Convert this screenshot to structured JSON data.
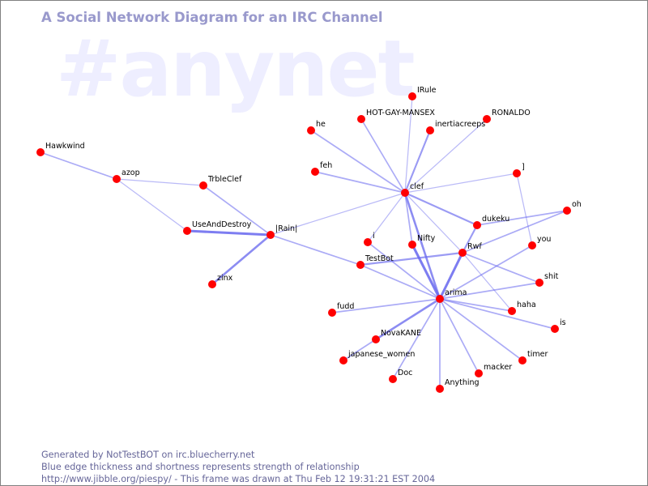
{
  "watermark": "#anynet",
  "title": "A Social Network Diagram for an IRC Channel",
  "colors": {
    "title": "#9999cc",
    "watermark": "#eeeeff",
    "node": "#ff0000",
    "edge": "#6666ee",
    "footer": "#666699"
  },
  "nodes": [
    {
      "id": "Hawkwind"
    },
    {
      "id": "azop"
    },
    {
      "id": "TrbleClef"
    },
    {
      "id": "UseAndDestroy"
    },
    {
      "id": "|Rain|"
    },
    {
      "id": "zinx"
    },
    {
      "id": "he"
    },
    {
      "id": "HOT-GAY-MANSEX"
    },
    {
      "id": "IRule"
    },
    {
      "id": "inertiacreeps"
    },
    {
      "id": "RONALDO"
    },
    {
      "id": "feh"
    },
    {
      "id": "clef"
    },
    {
      "id": "]"
    },
    {
      "id": "oh"
    },
    {
      "id": "dukeku"
    },
    {
      "id": "i"
    },
    {
      "id": "Nifty"
    },
    {
      "id": "Rwf"
    },
    {
      "id": "you"
    },
    {
      "id": "TestBot"
    },
    {
      "id": "shit"
    },
    {
      "id": "arima"
    },
    {
      "id": "fudd"
    },
    {
      "id": "haha"
    },
    {
      "id": "is"
    },
    {
      "id": "NovaKANE"
    },
    {
      "id": "japanese_women"
    },
    {
      "id": "timer"
    },
    {
      "id": "Doc"
    },
    {
      "id": "macker"
    },
    {
      "id": "Anything"
    }
  ],
  "edges": [
    {
      "source": "Hawkwind",
      "target": "azop",
      "strength": 2
    },
    {
      "source": "azop",
      "target": "TrbleClef",
      "strength": 1
    },
    {
      "source": "azop",
      "target": "UseAndDestroy",
      "strength": 1
    },
    {
      "source": "TrbleClef",
      "target": "|Rain|",
      "strength": 2
    },
    {
      "source": "UseAndDestroy",
      "target": "|Rain|",
      "strength": 5
    },
    {
      "source": "zinx",
      "target": "|Rain|",
      "strength": 4
    },
    {
      "source": "|Rain|",
      "target": "clef",
      "strength": 1
    },
    {
      "source": "|Rain|",
      "target": "TestBot",
      "strength": 2
    },
    {
      "source": "he",
      "target": "clef",
      "strength": 2
    },
    {
      "source": "HOT-GAY-MANSEX",
      "target": "clef",
      "strength": 2
    },
    {
      "source": "IRule",
      "target": "clef",
      "strength": 1
    },
    {
      "source": "inertiacreeps",
      "target": "clef",
      "strength": 3
    },
    {
      "source": "RONALDO",
      "target": "clef",
      "strength": 1
    },
    {
      "source": "feh",
      "target": "clef",
      "strength": 2
    },
    {
      "source": "]",
      "target": "clef",
      "strength": 1
    },
    {
      "source": "]",
      "target": "you",
      "strength": 1
    },
    {
      "source": "clef",
      "target": "dukeku",
      "strength": 3
    },
    {
      "source": "clef",
      "target": "Nifty",
      "strength": 2
    },
    {
      "source": "clef",
      "target": "arima",
      "strength": 4
    },
    {
      "source": "clef",
      "target": "Rwf",
      "strength": 1
    },
    {
      "source": "clef",
      "target": "i",
      "strength": 1
    },
    {
      "source": "Nifty",
      "target": "arima",
      "strength": 5
    },
    {
      "source": "dukeku",
      "target": "oh",
      "strength": 2
    },
    {
      "source": "dukeku",
      "target": "Rwf",
      "strength": 3
    },
    {
      "source": "oh",
      "target": "Rwf",
      "strength": 2
    },
    {
      "source": "Rwf",
      "target": "arima",
      "strength": 5
    },
    {
      "source": "Rwf",
      "target": "TestBot",
      "strength": 3
    },
    {
      "source": "Rwf",
      "target": "shit",
      "strength": 2
    },
    {
      "source": "Rwf",
      "target": "haha",
      "strength": 1
    },
    {
      "source": "i",
      "target": "arima",
      "strength": 2
    },
    {
      "source": "TestBot",
      "target": "arima",
      "strength": 2
    },
    {
      "source": "you",
      "target": "arima",
      "strength": 2
    },
    {
      "source": "shit",
      "target": "arima",
      "strength": 2
    },
    {
      "source": "fudd",
      "target": "arima",
      "strength": 2
    },
    {
      "source": "haha",
      "target": "arima",
      "strength": 2
    },
    {
      "source": "is",
      "target": "arima",
      "strength": 2
    },
    {
      "source": "NovaKANE",
      "target": "arima",
      "strength": 4
    },
    {
      "source": "japanese_women",
      "target": "NovaKANE",
      "strength": 2
    },
    {
      "source": "timer",
      "target": "arima",
      "strength": 2
    },
    {
      "source": "Doc",
      "target": "arima",
      "strength": 2
    },
    {
      "source": "macker",
      "target": "arima",
      "strength": 2
    },
    {
      "source": "Anything",
      "target": "arima",
      "strength": 2
    }
  ],
  "footer": {
    "line1": "Generated by NotTestBOT on irc.bluecherry.net",
    "line2": "Blue edge thickness and shortness represents strength of relationship",
    "line3": "http://www.jibble.org/piespy/ - This frame was drawn at Thu Feb 12 19:31:21 EST 2004"
  }
}
